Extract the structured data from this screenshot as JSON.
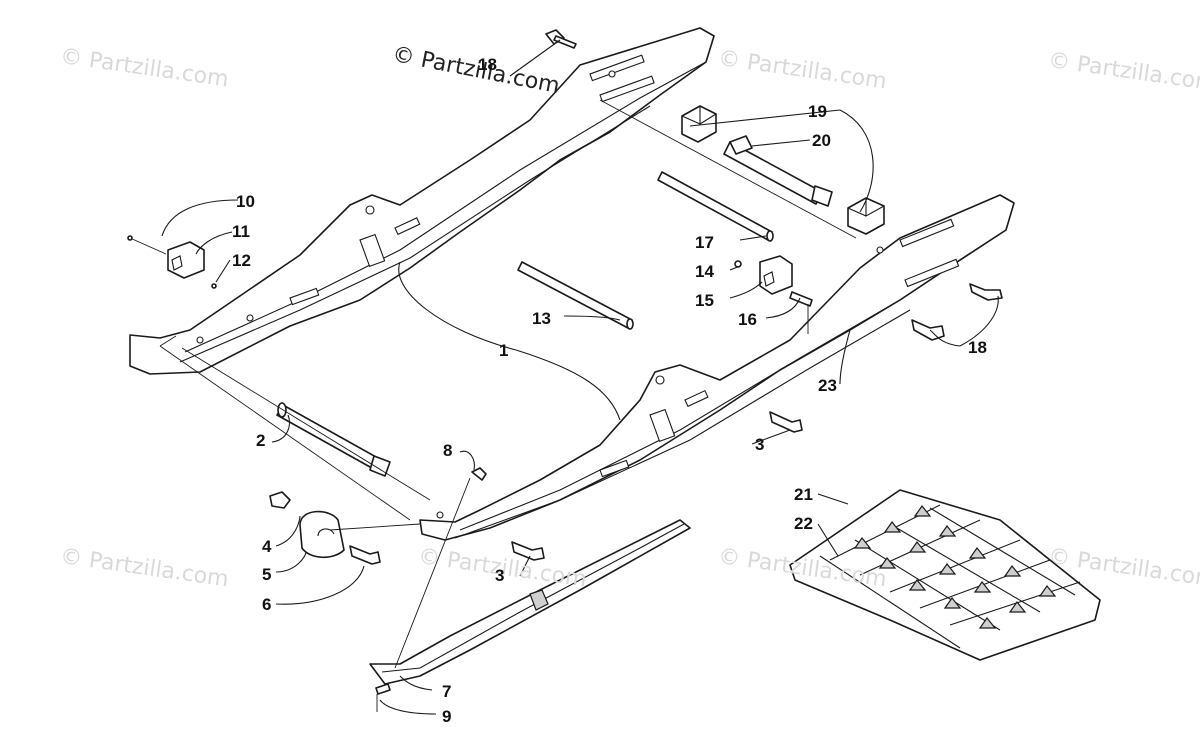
{
  "watermark": {
    "text": "© Partzilla.com",
    "brand_text": "© Partzilla.com"
  },
  "callouts": [
    "18",
    "19",
    "20",
    "10",
    "11",
    "12",
    "17",
    "14",
    "15",
    "16",
    "13",
    "1",
    "18",
    "23",
    "2",
    "8",
    "3",
    "21",
    "22",
    "4",
    "5",
    "6",
    "3",
    "7",
    "9"
  ],
  "colors": {
    "line": "#1a1a1a",
    "fill": "#ffffff",
    "shade": "#cfcfcf",
    "watermark": "#d9d9d9"
  }
}
